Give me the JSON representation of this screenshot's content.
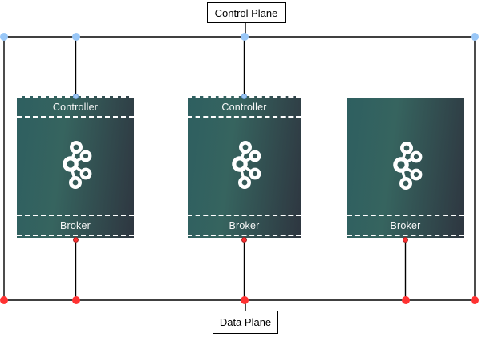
{
  "control_plane": {
    "label": "Control Plane"
  },
  "data_plane": {
    "label": "Data Plane"
  },
  "nodes": [
    {
      "controller_label": "Controller",
      "broker_label": "Broker",
      "icon": "kafka-logo"
    },
    {
      "controller_label": "Controller",
      "broker_label": "Broker",
      "icon": "kafka-logo"
    },
    {
      "broker_label": "Broker",
      "icon": "kafka-logo"
    }
  ],
  "colors": {
    "control_point_blue": "#99c7f7",
    "data_point_red": "#ff3232",
    "node_gradient_left": "#2e5f60",
    "node_gradient_mid": "#36645f",
    "node_gradient_right": "#2e3640",
    "node_border": "#ffffff",
    "wire": "#000000",
    "background": "#ffffff"
  }
}
